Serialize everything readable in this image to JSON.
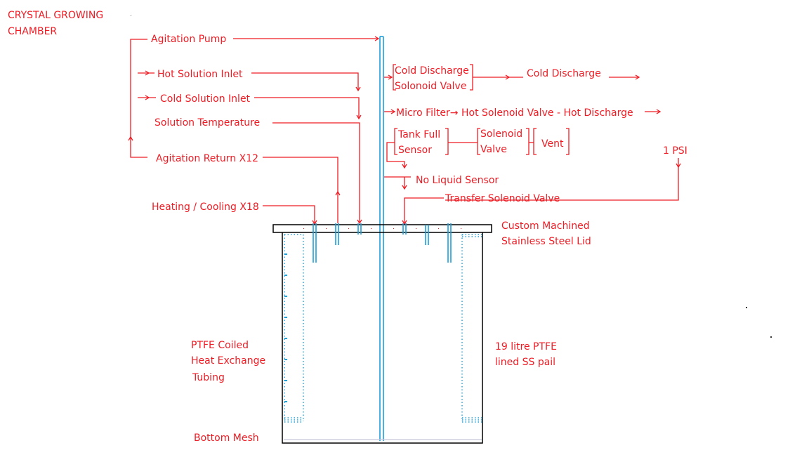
{
  "title": [
    "CRYSTAL  GROWING",
    "CHAMBER"
  ],
  "labels": {
    "agitation_pump": "Agitation Pump",
    "hot_solution_inlet": "Hot Solution Inlet",
    "cold_solution_inlet": "Cold Solution Inlet",
    "solution_temperature": "Solution Temperature",
    "agitation_return": "Agitation Return X12",
    "heating_cooling": "Heating / Cooling X18",
    "cold_discharge_valve": [
      "Cold Discharge",
      "Solonoid Valve"
    ],
    "cold_discharge": "Cold Discharge",
    "hot_path": "Micro Filter→ Hot Solenoid Valve - Hot Discharge",
    "tank_full_sensor": [
      "Tank Full",
      "Sensor"
    ],
    "solenoid_valve": [
      "Solenoid",
      "Valve"
    ],
    "vent": "Vent",
    "psi": "1 PSI",
    "no_liquid_sensor": "No Liquid Sensor",
    "transfer_valve": "Transfer Solenoid Valve",
    "lid": [
      "Custom Machined",
      "Stainless Steel Lid"
    ],
    "tubing": [
      "PTFE  Coiled",
      "Heat Exchange",
      "Tubing"
    ],
    "pail": [
      "19 litre PTFE",
      "lined SS pail"
    ],
    "bottom_mesh": "Bottom Mesh"
  },
  "colors": {
    "label": "#ed1c24",
    "pipe": "#1aa0dc",
    "outline": "#000000"
  }
}
